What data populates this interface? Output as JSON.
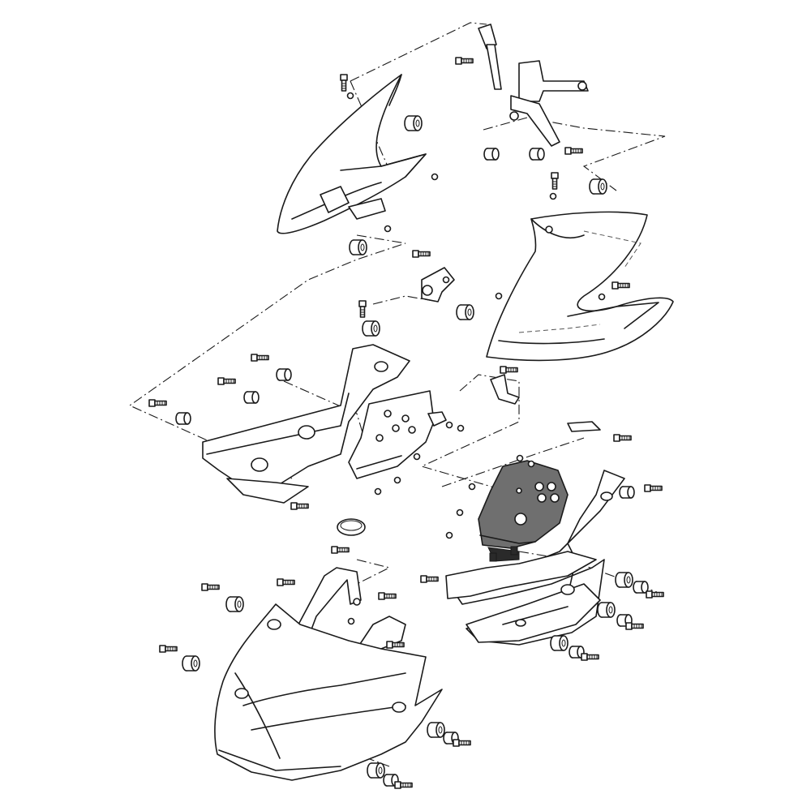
{
  "diagram": {
    "type": "exploded-parts-view",
    "highlighted_part": "gray-side-cover-plate",
    "colors": {
      "line": "#1a1a1a",
      "highlight": "#6f6f6f",
      "background": "#ffffff"
    },
    "parts": [
      "upper-cowl-left",
      "upper-cowl-right",
      "headlight-mount-bracket",
      "front-panel-bracket",
      "inner-side-frame",
      "inner-panel-plate",
      "side-cover-plate",
      "lower-side-cover",
      "under-cowl",
      "under-cowl-stay",
      "clamp-ring",
      "bolt",
      "collar",
      "grommet",
      "washer",
      "clip"
    ]
  }
}
